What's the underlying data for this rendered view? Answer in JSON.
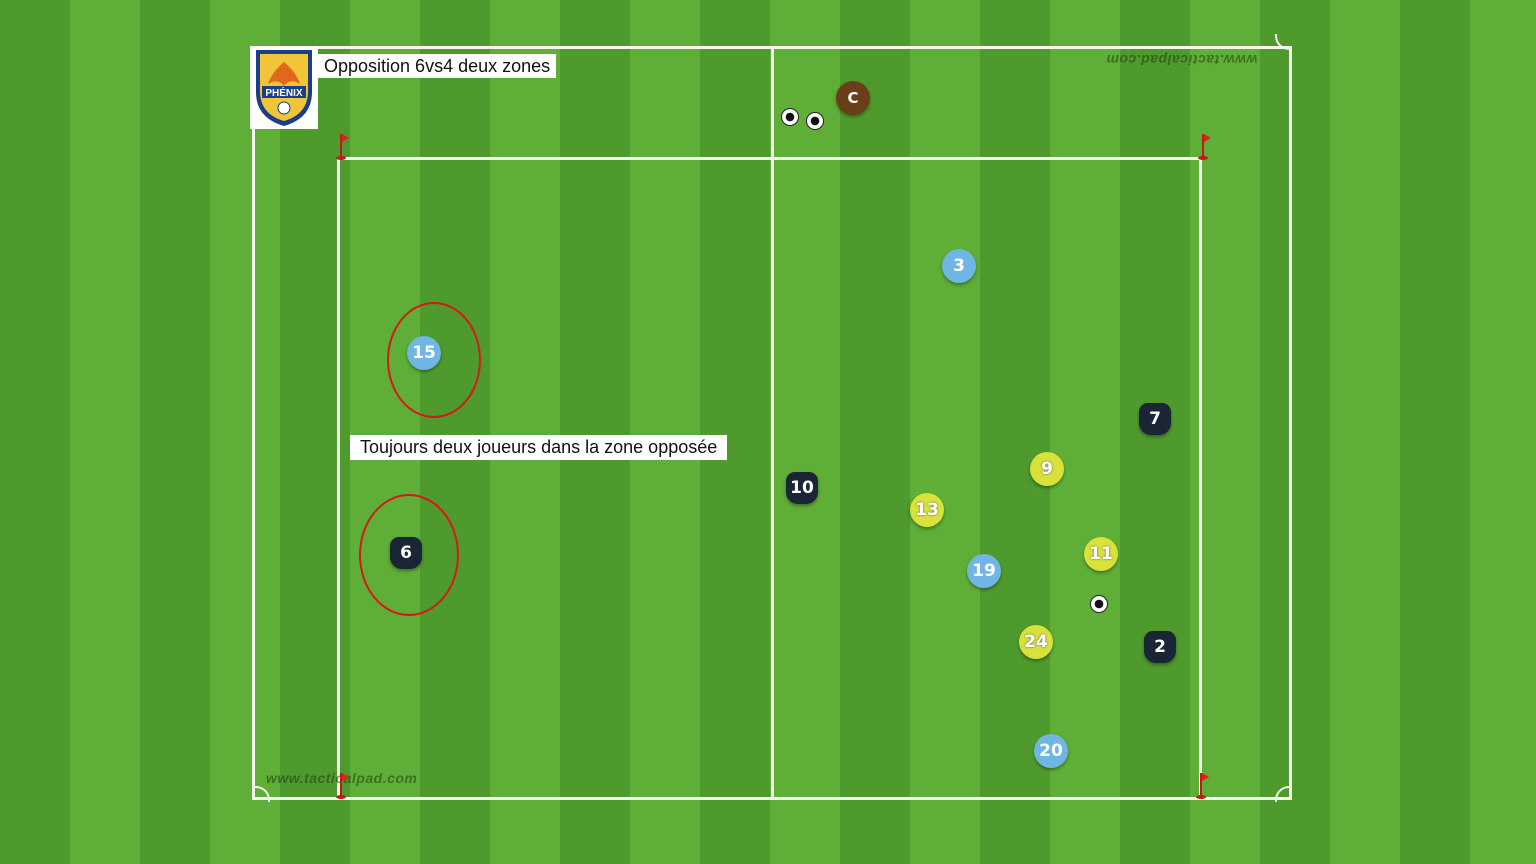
{
  "diagram": {
    "title": "Opposition 6vs4 deux zones",
    "annotation": "Toujours deux joueurs dans la zone opposée",
    "watermark_top": "www.tacticalpad.com",
    "watermark_bottom": "www.tacticalpad.com",
    "logo_text": "PHÉNIX",
    "colors": {
      "pitch_dark": "#4f9a2c",
      "pitch_light": "#5fae37",
      "lines": "#f4f6f0",
      "team_navy": "#1a2535",
      "team_skyblue": "#6fb6e4",
      "team_yellow": "#d8e23a",
      "coach": "#6b3e1a",
      "highlight_ring": "#d41a1a"
    },
    "players": [
      {
        "id": "p15",
        "number": "15",
        "team": "skyblue"
      },
      {
        "id": "p6",
        "number": "6",
        "team": "navy"
      },
      {
        "id": "p3",
        "number": "3",
        "team": "skyblue"
      },
      {
        "id": "p7",
        "number": "7",
        "team": "navy"
      },
      {
        "id": "p10",
        "number": "10",
        "team": "navy"
      },
      {
        "id": "p9",
        "number": "9",
        "team": "yellow"
      },
      {
        "id": "p13",
        "number": "13",
        "team": "yellow"
      },
      {
        "id": "p11",
        "number": "11",
        "team": "yellow"
      },
      {
        "id": "p19",
        "number": "19",
        "team": "skyblue"
      },
      {
        "id": "p24",
        "number": "24",
        "team": "yellow"
      },
      {
        "id": "p2",
        "number": "2",
        "team": "navy"
      },
      {
        "id": "p20",
        "number": "20",
        "team": "skyblue"
      }
    ],
    "coach": {
      "label": "C"
    }
  }
}
